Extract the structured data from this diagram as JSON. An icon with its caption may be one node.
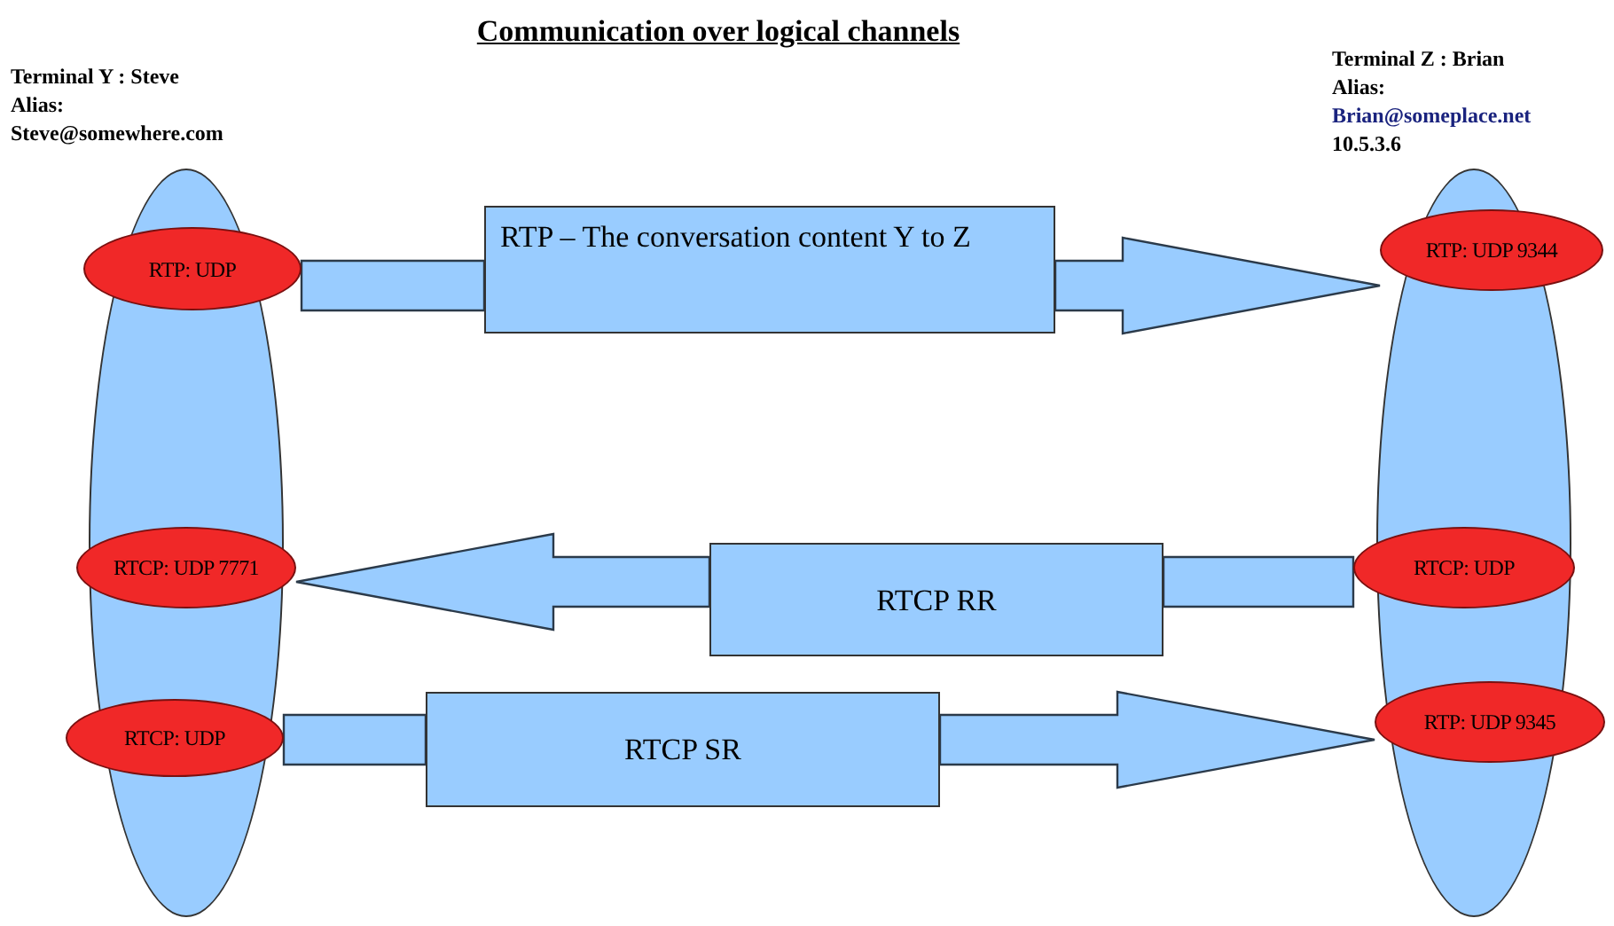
{
  "diagram": {
    "title": "Communication over logical channels",
    "nodes": [
      {
        "text": [],
        "shape": "ellipse",
        "beside": [
          "Terminal Y : Steve",
          "Alias:",
          "Steve@somewhere.com"
        ]
      },
      {
        "text": [],
        "shape": "ellipse",
        "beside": [
          "Terminal Z : Brian",
          "Alias:",
          "Brian@someplace.net",
          "10.5.3.6"
        ]
      },
      {
        "text": [
          "RTP: UDP"
        ]
      },
      {
        "text": [
          "RTCP: UDP 7771"
        ]
      },
      {
        "text": [
          "RTCP: UDP"
        ]
      },
      {
        "text": [
          "RTP: UDP 9344"
        ]
      },
      {
        "text": [
          "RTCP: UDP"
        ]
      },
      {
        "text": [
          "RTP: UDP 9345"
        ]
      },
      {
        "text": [
          "RTP – The conversation content Y to Z"
        ]
      },
      {
        "text": [
          "RTCP RR"
        ]
      },
      {
        "text": [
          "RTCP SR"
        ]
      }
    ],
    "edges": [
      {
        "from": 2,
        "to": 8,
        "arrow": "none",
        "style": "thick"
      },
      {
        "from": 8,
        "to": 5,
        "arrow": "to",
        "style": "thick"
      },
      {
        "from": 6,
        "to": 9,
        "arrow": "none",
        "style": "thick"
      },
      {
        "from": 9,
        "to": 3,
        "arrow": "to",
        "style": "thick"
      },
      {
        "from": 4,
        "to": 10,
        "arrow": "none",
        "style": "thick"
      },
      {
        "from": 10,
        "to": 7,
        "arrow": "to",
        "style": "thick"
      }
    ]
  }
}
